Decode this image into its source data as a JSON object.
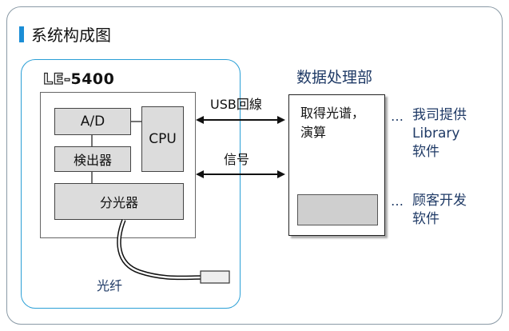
{
  "title": "系统构成图",
  "device": {
    "prefix": "LE-",
    "model": "5400"
  },
  "blocks": {
    "ad": "A/D",
    "detector": "検出器",
    "cpu": "CPU",
    "spectrometer": "分光器"
  },
  "fiber_label": "光纤",
  "processing": {
    "title": "数据处理部",
    "line1": "取得光谱，",
    "line2": "演算"
  },
  "links": {
    "usb": "USB回線",
    "signal": "信号"
  },
  "notes": {
    "dots": "…",
    "provided": {
      "line1": "我司提供",
      "line2": "Library",
      "line3": "软件"
    },
    "customer": {
      "line1": "顾客开发",
      "line2": "软件"
    }
  },
  "colors": {
    "accent": "#1b8ed6",
    "device_border": "#2a9fd6",
    "block_fill": "#dcdcdc",
    "note_text": "#1f3a66"
  }
}
